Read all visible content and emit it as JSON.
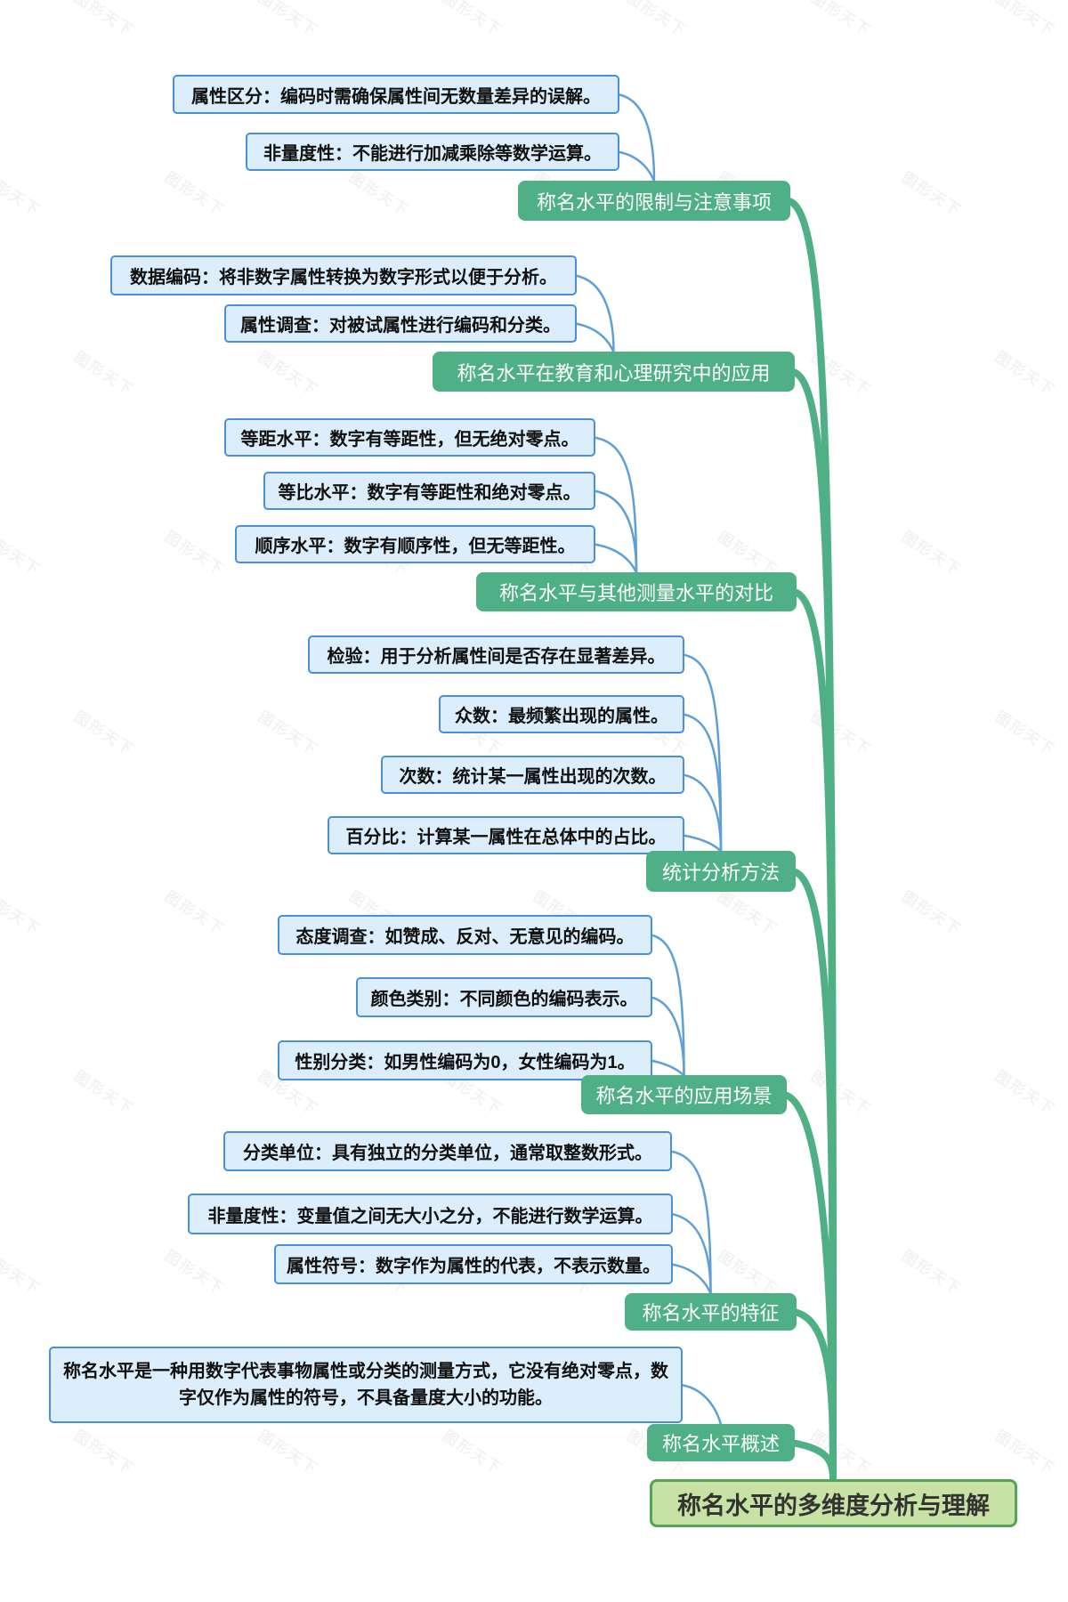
{
  "watermark": "图形天下",
  "root": {
    "text": "称名水平的多维度分析与理解"
  },
  "branches": [
    {
      "label": "称名水平的限制与注意事项",
      "children": [
        "属性区分：编码时需确保属性间无数量差异的误解。",
        "非量度性：不能进行加减乘除等数学运算。"
      ]
    },
    {
      "label": "称名水平在教育和心理研究中的应用",
      "children": [
        "数据编码：将非数字属性转换为数字形式以便于分析。",
        "属性调查：对被试属性进行编码和分类。"
      ]
    },
    {
      "label": "称名水平与其他测量水平的对比",
      "children": [
        "等距水平：数字有等距性，但无绝对零点。",
        "等比水平：数字有等距性和绝对零点。",
        "顺序水平：数字有顺序性，但无等距性。"
      ]
    },
    {
      "label": "统计分析方法",
      "children": [
        "检验：用于分析属性间是否存在显著差异。",
        "众数：最频繁出现的属性。",
        "次数：统计某一属性出现的次数。",
        "百分比：计算某一属性在总体中的占比。"
      ]
    },
    {
      "label": "称名水平的应用场景",
      "children": [
        "态度调查：如赞成、反对、无意见的编码。",
        "颜色类别：不同颜色的编码表示。",
        "性别分类：如男性编码为0，女性编码为1。"
      ]
    },
    {
      "label": "称名水平的特征",
      "children": [
        "分类单位：具有独立的分类单位，通常取整数形式。",
        "非量度性：变量值之间无大小之分，不能进行数学运算。",
        "属性符号：数字作为属性的代表，不表示数量。"
      ]
    },
    {
      "label": "称名水平概述",
      "children": [
        "称名水平是一种用数字代表事物属性或分类的测量方式，它没有绝对零点，数字仅作为属性的符号，不具备量度大小的功能。"
      ]
    }
  ],
  "colors": {
    "branch_fill": "#4fb086",
    "branch_text": "#ffffff",
    "leaf_fill": "#dceefb",
    "leaf_border": "#4a90d9",
    "leaf_text": "#101010",
    "root_fill": "#c7e2a4",
    "root_border": "#54a457",
    "root_text": "#333333",
    "connector_blue": "#5e9fd8",
    "watermark_text": "rgba(0,0,0,0.05)"
  }
}
